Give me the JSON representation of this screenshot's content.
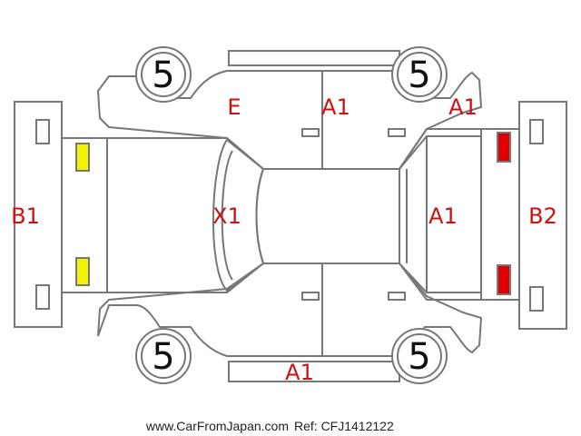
{
  "tires": {
    "front_left": "5",
    "front_right": "5",
    "rear_left": "5",
    "rear_right": "5"
  },
  "damage_codes": {
    "front_bumper": "B1",
    "rear_bumper": "B2",
    "roof": "X1",
    "top_panel_left": "E",
    "top_panel_mid": "A1",
    "top_panel_right": "A1",
    "rear_glass": "A1",
    "bottom_door": "A1"
  },
  "footer": {
    "url": "www.CarFromJapan.com",
    "ref": "Ref: CFJ1412122"
  },
  "colors": {
    "lamp_front": "#f2f200",
    "lamp_rear": "#e00000",
    "label": "#cc1111",
    "outline": "#777777"
  }
}
